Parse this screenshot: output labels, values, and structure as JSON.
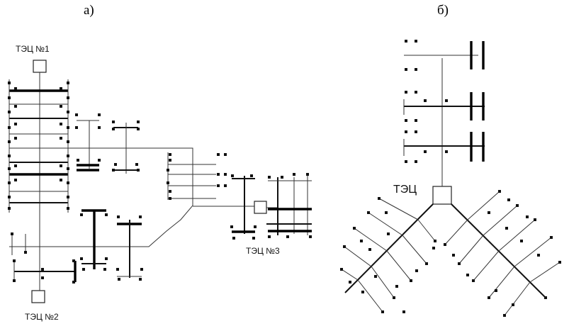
{
  "diagram_a": {
    "panel_label": "а)",
    "plant_labels": [
      "ТЭЦ №1",
      "ТЭЦ №2",
      "ТЭЦ №3"
    ]
  },
  "diagram_b": {
    "panel_label": "б)",
    "plant_label": "ТЭЦ"
  }
}
